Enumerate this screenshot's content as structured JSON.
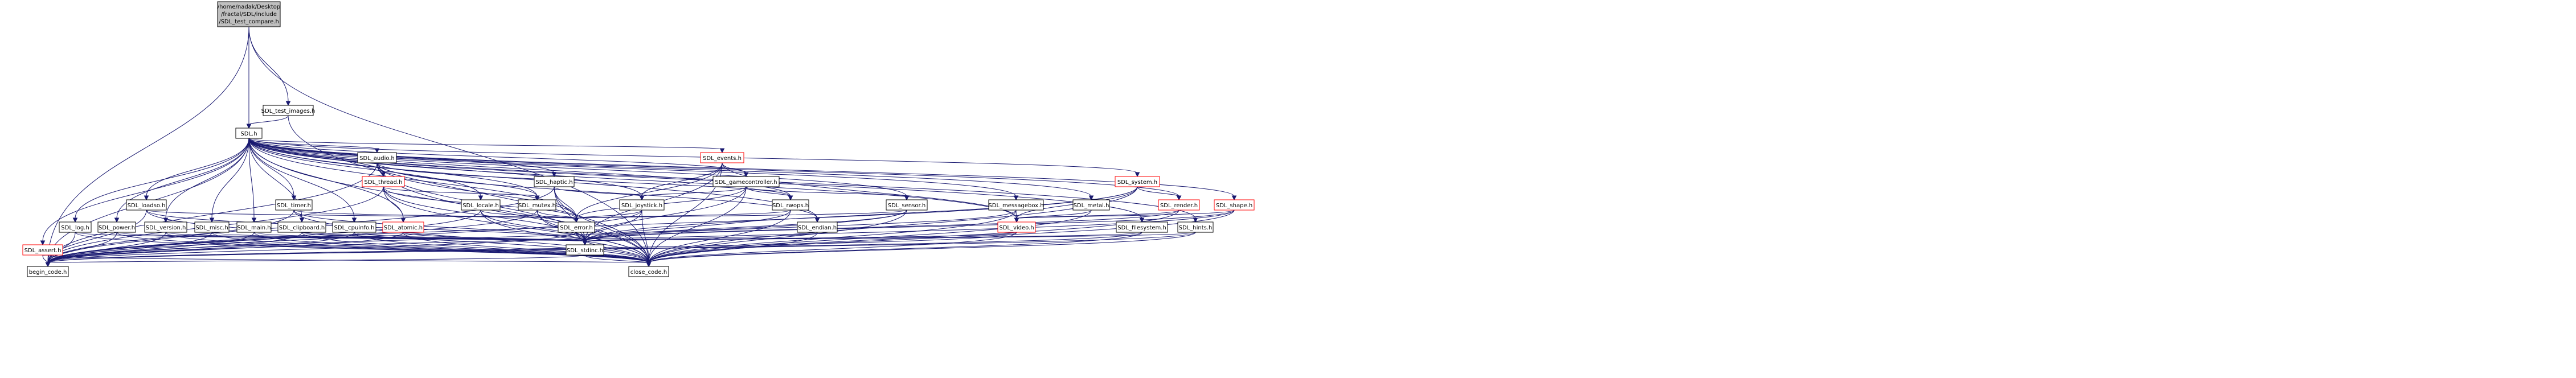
{
  "diagram": {
    "root_label_lines": [
      "/home/nadak/Desktop",
      "/fractal/SDL/include",
      "/SDL_test_compare.h"
    ],
    "edge_color": "#191970",
    "root_fill": "#bfbfbf",
    "nodes": {
      "root": {
        "label": "/home/nadak/Desktop/fractal/SDL/include/SDL_test_compare.h"
      },
      "test_images": {
        "label": "SDL_test_images.h"
      },
      "sdl": {
        "label": "SDL.h"
      },
      "audio": {
        "label": "SDL_audio.h"
      },
      "events": {
        "label": "SDL_events.h"
      },
      "thread": {
        "label": "SDL_thread.h"
      },
      "haptic": {
        "label": "SDL_haptic.h"
      },
      "gamecontroller": {
        "label": "SDL_gamecontroller.h"
      },
      "system": {
        "label": "SDL_system.h"
      },
      "loadso": {
        "label": "SDL_loadso.h"
      },
      "timer": {
        "label": "SDL_timer.h"
      },
      "locale": {
        "label": "SDL_locale.h"
      },
      "mutex": {
        "label": "SDL_mutex.h"
      },
      "joystick": {
        "label": "SDL_joystick.h"
      },
      "rwops": {
        "label": "SDL_rwops.h"
      },
      "sensor": {
        "label": "SDL_sensor.h"
      },
      "messagebox": {
        "label": "SDL_messagebox.h"
      },
      "metal": {
        "label": "SDL_metal.h"
      },
      "render": {
        "label": "SDL_render.h"
      },
      "shape": {
        "label": "SDL_shape.h"
      },
      "log": {
        "label": "SDL_log.h"
      },
      "power": {
        "label": "SDL_power.h"
      },
      "version": {
        "label": "SDL_version.h"
      },
      "misc": {
        "label": "SDL_misc.h"
      },
      "main": {
        "label": "SDL_main.h"
      },
      "clipboard": {
        "label": "SDL_clipboard.h"
      },
      "cpuinfo": {
        "label": "SDL_cpuinfo.h"
      },
      "atomic": {
        "label": "SDL_atomic.h"
      },
      "error": {
        "label": "SDL_error.h"
      },
      "endian": {
        "label": "SDL_endian.h"
      },
      "video": {
        "label": "SDL_video.h"
      },
      "filesystem": {
        "label": "SDL_filesystem.h"
      },
      "hints": {
        "label": "SDL_hints.h"
      },
      "assert": {
        "label": "SDL_assert.h"
      },
      "stdinc": {
        "label": "SDL_stdinc.h"
      },
      "begin_code": {
        "label": "begin_code.h"
      },
      "close_code": {
        "label": "close_code.h"
      }
    },
    "edges": [
      [
        "root",
        "test_images"
      ],
      [
        "root",
        "sdl"
      ],
      [
        "root",
        "begin_code"
      ],
      [
        "root",
        "close_code"
      ],
      [
        "test_images",
        "sdl"
      ],
      [
        "test_images",
        "close_code"
      ],
      [
        "sdl",
        "audio"
      ],
      [
        "sdl",
        "events"
      ],
      [
        "sdl",
        "thread"
      ],
      [
        "sdl",
        "haptic"
      ],
      [
        "sdl",
        "gamecontroller"
      ],
      [
        "sdl",
        "system"
      ],
      [
        "sdl",
        "loadso"
      ],
      [
        "sdl",
        "timer"
      ],
      [
        "sdl",
        "locale"
      ],
      [
        "sdl",
        "mutex"
      ],
      [
        "sdl",
        "joystick"
      ],
      [
        "sdl",
        "rwops"
      ],
      [
        "sdl",
        "sensor"
      ],
      [
        "sdl",
        "messagebox"
      ],
      [
        "sdl",
        "metal"
      ],
      [
        "sdl",
        "render"
      ],
      [
        "sdl",
        "shape"
      ],
      [
        "sdl",
        "log"
      ],
      [
        "sdl",
        "power"
      ],
      [
        "sdl",
        "version"
      ],
      [
        "sdl",
        "misc"
      ],
      [
        "sdl",
        "main"
      ],
      [
        "sdl",
        "clipboard"
      ],
      [
        "sdl",
        "cpuinfo"
      ],
      [
        "sdl",
        "atomic"
      ],
      [
        "sdl",
        "error"
      ],
      [
        "sdl",
        "endian"
      ],
      [
        "sdl",
        "video"
      ],
      [
        "sdl",
        "filesystem"
      ],
      [
        "sdl",
        "hints"
      ],
      [
        "sdl",
        "assert"
      ],
      [
        "sdl",
        "begin_code"
      ],
      [
        "sdl",
        "close_code"
      ],
      [
        "audio",
        "thread"
      ],
      [
        "audio",
        "mutex"
      ],
      [
        "audio",
        "rwops"
      ],
      [
        "audio",
        "error"
      ],
      [
        "audio",
        "endian"
      ],
      [
        "audio",
        "stdinc"
      ],
      [
        "audio",
        "begin_code"
      ],
      [
        "audio",
        "close_code"
      ],
      [
        "events",
        "gamecontroller"
      ],
      [
        "events",
        "joystick"
      ],
      [
        "events",
        "error"
      ],
      [
        "events",
        "video"
      ],
      [
        "events",
        "stdinc"
      ],
      [
        "events",
        "close_code"
      ],
      [
        "thread",
        "mutex"
      ],
      [
        "thread",
        "atomic"
      ],
      [
        "thread",
        "error"
      ],
      [
        "thread",
        "stdinc"
      ],
      [
        "thread",
        "begin_code"
      ],
      [
        "thread",
        "close_code"
      ],
      [
        "haptic",
        "joystick"
      ],
      [
        "haptic",
        "error"
      ],
      [
        "haptic",
        "stdinc"
      ],
      [
        "haptic",
        "begin_code"
      ],
      [
        "haptic",
        "close_code"
      ],
      [
        "gamecontroller",
        "rwops"
      ],
      [
        "gamecontroller",
        "joystick"
      ],
      [
        "gamecontroller",
        "sensor"
      ],
      [
        "gamecontroller",
        "error"
      ],
      [
        "gamecontroller",
        "stdinc"
      ],
      [
        "gamecontroller",
        "close_code"
      ],
      [
        "system",
        "render"
      ],
      [
        "system",
        "video"
      ],
      [
        "system",
        "stdinc"
      ],
      [
        "system",
        "begin_code"
      ],
      [
        "system",
        "close_code"
      ],
      [
        "loadso",
        "error"
      ],
      [
        "loadso",
        "stdinc"
      ],
      [
        "loadso",
        "begin_code"
      ],
      [
        "loadso",
        "close_code"
      ],
      [
        "timer",
        "error"
      ],
      [
        "timer",
        "stdinc"
      ],
      [
        "timer",
        "begin_code"
      ],
      [
        "timer",
        "close_code"
      ],
      [
        "locale",
        "error"
      ],
      [
        "locale",
        "stdinc"
      ],
      [
        "locale",
        "begin_code"
      ],
      [
        "locale",
        "close_code"
      ],
      [
        "mutex",
        "error"
      ],
      [
        "mutex",
        "stdinc"
      ],
      [
        "mutex",
        "begin_code"
      ],
      [
        "mutex",
        "close_code"
      ],
      [
        "joystick",
        "error"
      ],
      [
        "joystick",
        "stdinc"
      ],
      [
        "joystick",
        "begin_code"
      ],
      [
        "joystick",
        "close_code"
      ],
      [
        "rwops",
        "error"
      ],
      [
        "rwops",
        "stdinc"
      ],
      [
        "rwops",
        "close_code"
      ],
      [
        "sensor",
        "error"
      ],
      [
        "sensor",
        "stdinc"
      ],
      [
        "sensor",
        "begin_code"
      ],
      [
        "sensor",
        "close_code"
      ],
      [
        "messagebox",
        "video"
      ],
      [
        "messagebox",
        "stdinc"
      ],
      [
        "messagebox",
        "close_code"
      ],
      [
        "metal",
        "video"
      ],
      [
        "metal",
        "close_code"
      ],
      [
        "render",
        "video"
      ],
      [
        "render",
        "stdinc"
      ],
      [
        "render",
        "close_code"
      ],
      [
        "shape",
        "video"
      ],
      [
        "shape",
        "stdinc"
      ],
      [
        "shape",
        "begin_code"
      ],
      [
        "shape",
        "close_code"
      ],
      [
        "log",
        "stdinc"
      ],
      [
        "log",
        "begin_code"
      ],
      [
        "log",
        "close_code"
      ],
      [
        "power",
        "stdinc"
      ],
      [
        "power",
        "begin_code"
      ],
      [
        "power",
        "close_code"
      ],
      [
        "version",
        "stdinc"
      ],
      [
        "version",
        "begin_code"
      ],
      [
        "version",
        "close_code"
      ],
      [
        "misc",
        "stdinc"
      ],
      [
        "misc",
        "begin_code"
      ],
      [
        "misc",
        "close_code"
      ],
      [
        "main",
        "stdinc"
      ],
      [
        "main",
        "begin_code"
      ],
      [
        "main",
        "close_code"
      ],
      [
        "clipboard",
        "stdinc"
      ],
      [
        "clipboard",
        "begin_code"
      ],
      [
        "clipboard",
        "close_code"
      ],
      [
        "cpuinfo",
        "stdinc"
      ],
      [
        "cpuinfo",
        "begin_code"
      ],
      [
        "cpuinfo",
        "close_code"
      ],
      [
        "atomic",
        "stdinc"
      ],
      [
        "atomic",
        "begin_code"
      ],
      [
        "atomic",
        "close_code"
      ],
      [
        "error",
        "stdinc"
      ],
      [
        "error",
        "begin_code"
      ],
      [
        "error",
        "close_code"
      ],
      [
        "endian",
        "stdinc"
      ],
      [
        "endian",
        "close_code"
      ],
      [
        "video",
        "stdinc"
      ],
      [
        "video",
        "begin_code"
      ],
      [
        "video",
        "close_code"
      ],
      [
        "filesystem",
        "stdinc"
      ],
      [
        "filesystem",
        "begin_code"
      ],
      [
        "filesystem",
        "close_code"
      ],
      [
        "hints",
        "stdinc"
      ],
      [
        "hints",
        "begin_code"
      ],
      [
        "hints",
        "close_code"
      ],
      [
        "assert",
        "begin_code"
      ],
      [
        "assert",
        "close_code"
      ],
      [
        "stdinc",
        "begin_code"
      ],
      [
        "stdinc",
        "close_code"
      ]
    ]
  }
}
